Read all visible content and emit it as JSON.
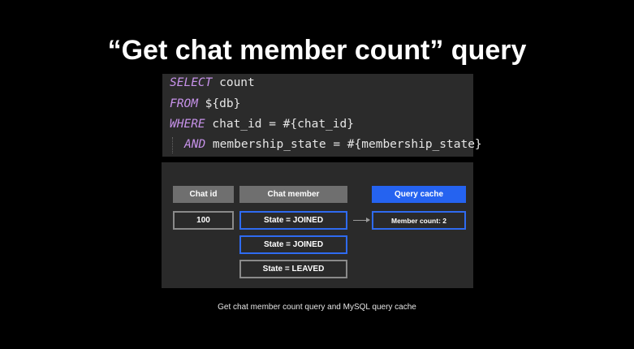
{
  "title": "“Get chat member count” query",
  "code": {
    "line1": {
      "kw": "SELECT",
      "rest": " count"
    },
    "line2": {
      "kw": "FROM",
      "rest": " ${db}"
    },
    "line3": {
      "kw": "WHERE",
      "rest": " chat_id = #{chat_id}"
    },
    "line4": {
      "kw": "AND",
      "rest": " membership_state = #{membership_state}"
    }
  },
  "diagram": {
    "headers": {
      "chat_id": "Chat id",
      "chat_member": "Chat member",
      "query_cache": "Query cache"
    },
    "chat_id_value": "100",
    "members": [
      "State = JOINED",
      "State = JOINED",
      "State = LEAVED"
    ],
    "cache_value": "Member count: 2"
  },
  "caption": "Get chat member count query and MySQL query cache",
  "colors": {
    "background": "#000000",
    "keyword": "#c792ea",
    "accent_blue": "#2563f0",
    "header_gray": "#6f6f6f"
  }
}
